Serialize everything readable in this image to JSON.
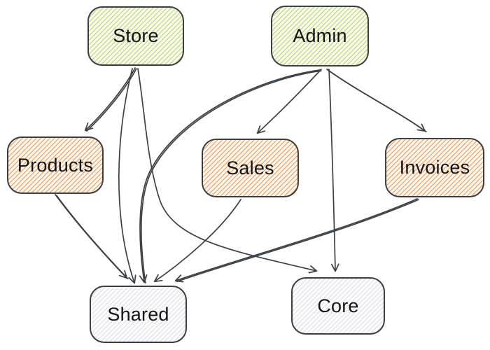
{
  "diagram": {
    "nodes": {
      "store": {
        "label": "Store",
        "kind": "green"
      },
      "admin": {
        "label": "Admin",
        "kind": "green"
      },
      "products": {
        "label": "Products",
        "kind": "orange"
      },
      "sales": {
        "label": "Sales",
        "kind": "orange"
      },
      "invoices": {
        "label": "Invoices",
        "kind": "orange"
      },
      "shared": {
        "label": "Shared",
        "kind": "gray"
      },
      "core": {
        "label": "Core",
        "kind": "gray"
      }
    },
    "edges": [
      {
        "from": "store",
        "to": "products",
        "double": true
      },
      {
        "from": "store",
        "to": "shared",
        "double": false
      },
      {
        "from": "store",
        "to": "core",
        "double": false
      },
      {
        "from": "admin",
        "to": "sales",
        "double": false
      },
      {
        "from": "admin",
        "to": "invoices",
        "double": true
      },
      {
        "from": "admin",
        "to": "core",
        "double": false
      },
      {
        "from": "admin",
        "to": "shared",
        "double": true
      },
      {
        "from": "products",
        "to": "shared",
        "double": true
      },
      {
        "from": "sales",
        "to": "shared",
        "double": false
      },
      {
        "from": "invoices",
        "to": "shared",
        "double": true
      }
    ],
    "colors": {
      "green_hatch": "#c3dc85",
      "orange_hatch": "#f3ae75",
      "gray_hatch": "#dcdce6",
      "node_border": "#3b3e43",
      "arrow": "#3d4045",
      "background": "#ffffff"
    }
  }
}
